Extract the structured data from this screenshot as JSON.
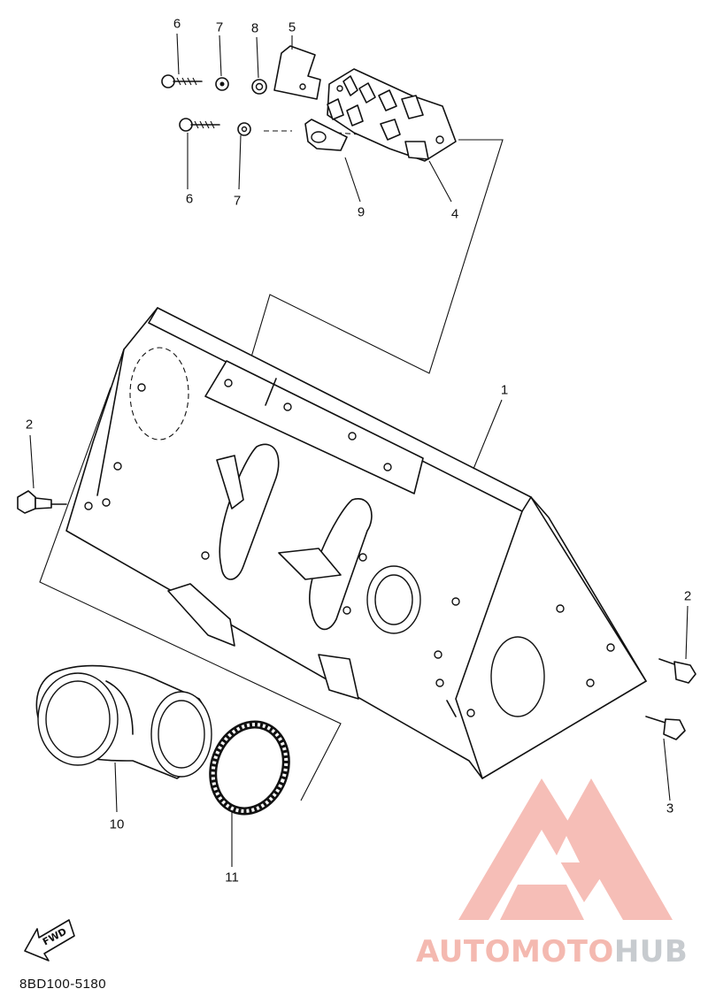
{
  "callouts": [
    {
      "id": "c6a",
      "text": "6"
    },
    {
      "id": "c7a",
      "text": "7"
    },
    {
      "id": "c8",
      "text": "8"
    },
    {
      "id": "c5",
      "text": "5"
    },
    {
      "id": "c6b",
      "text": "6"
    },
    {
      "id": "c7b",
      "text": "7"
    },
    {
      "id": "c9",
      "text": "9"
    },
    {
      "id": "c4",
      "text": "4"
    },
    {
      "id": "c1",
      "text": "1"
    },
    {
      "id": "c2a",
      "text": "2"
    },
    {
      "id": "c2b",
      "text": "2"
    },
    {
      "id": "c3",
      "text": "3"
    },
    {
      "id": "c10",
      "text": "10"
    },
    {
      "id": "c11",
      "text": "11"
    }
  ],
  "fwd_label": "FWD",
  "ref_code": "8BD100-5180",
  "watermark": {
    "part1": "AUTO",
    "part2": "MOTO",
    "part3": "HUB"
  },
  "colors": {
    "watermark_red": "#f4a59a",
    "watermark_grey": "#c7cbcf",
    "line": "#111111"
  }
}
